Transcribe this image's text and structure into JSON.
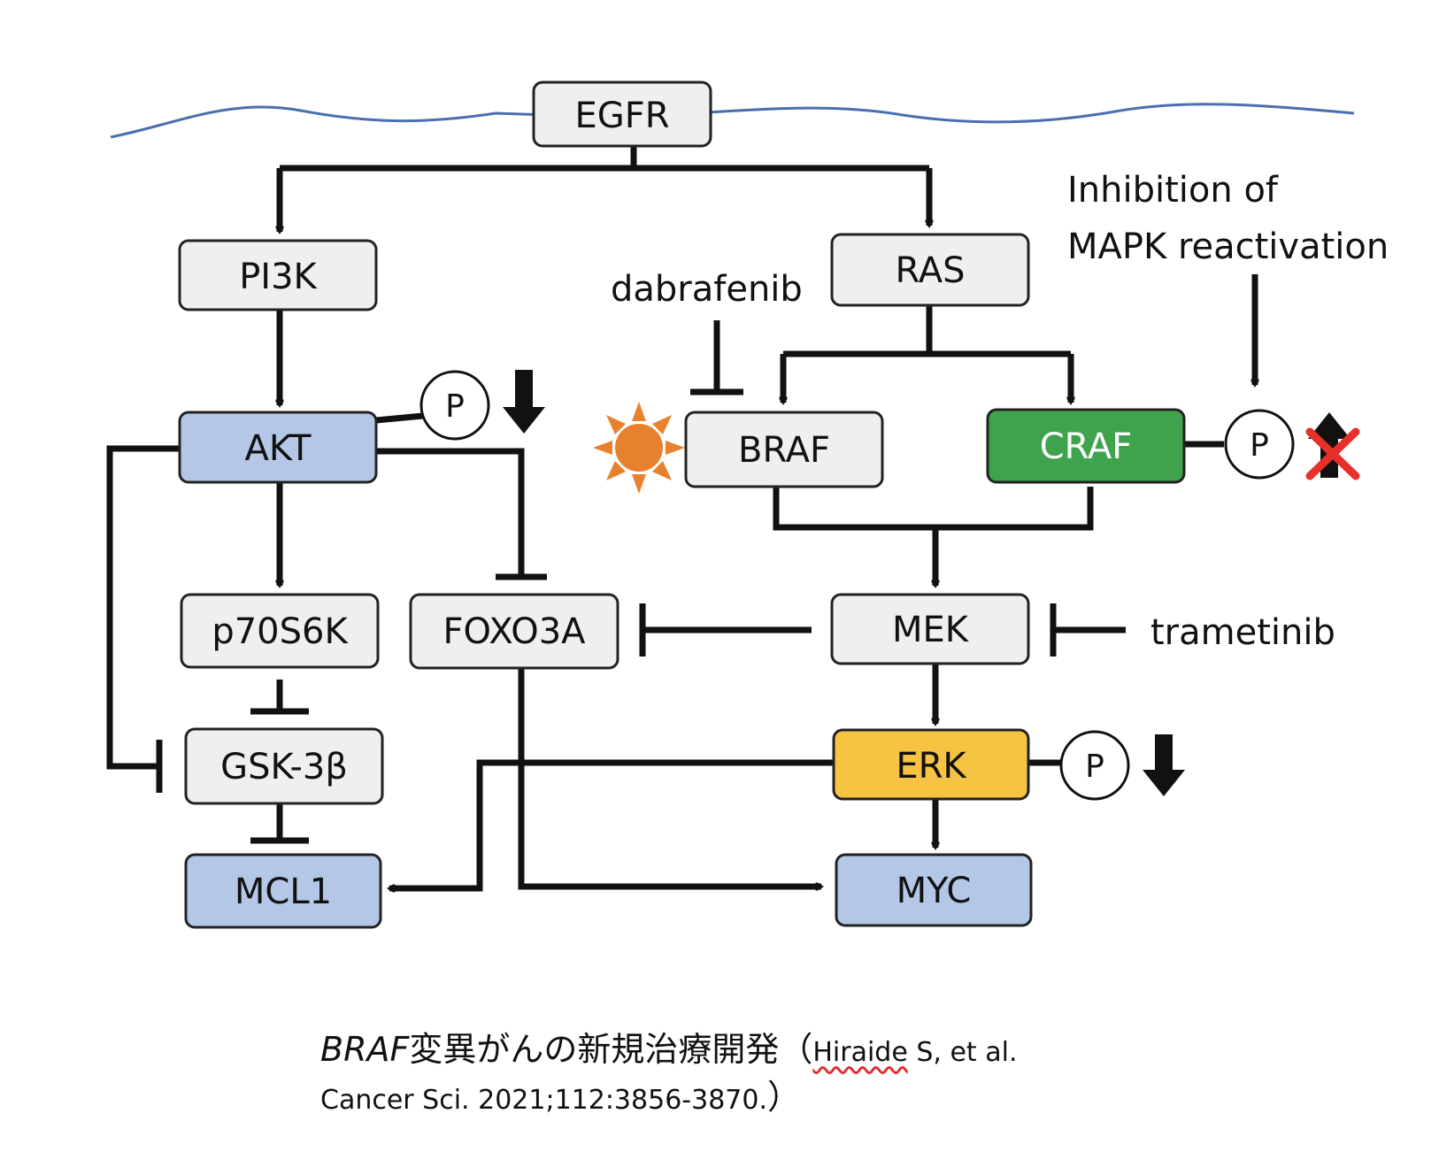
{
  "nodes": {
    "egfr": "EGFR",
    "pi3k": "PI3K",
    "ras": "RAS",
    "akt": "AKT",
    "braf": "BRAF",
    "craf": "CRAF",
    "p70s6k": "p70S6K",
    "foxo3a": "FOXO3A",
    "mek": "MEK",
    "gsk3b": "GSK-3β",
    "erk": "ERK",
    "mcl1": "MCL1",
    "myc": "MYC"
  },
  "phospho_label": "P",
  "labels": {
    "dabrafenib": "dabrafenib",
    "trametinib": "trametinib",
    "inhibition_line1": "Inhibition of",
    "inhibition_line2": "MAPK reactivation"
  },
  "caption": {
    "gene_italic": "BRAF",
    "title_jp": "変異がんの新規治療開発",
    "open_paren": "（",
    "author": "Hiraide",
    "citation_rest": " S, et al.",
    "journal": "Cancer Sci. 2021;112:3856-3870.",
    "close_paren": "）"
  },
  "colors": {
    "node_default": "#efefef",
    "node_blue": "#b4c7e7",
    "node_green": "#3fa34d",
    "node_yellow": "#f6c342",
    "membrane": "#4a6fb0",
    "sun": "#e8812e",
    "cross": "#e8302a"
  }
}
